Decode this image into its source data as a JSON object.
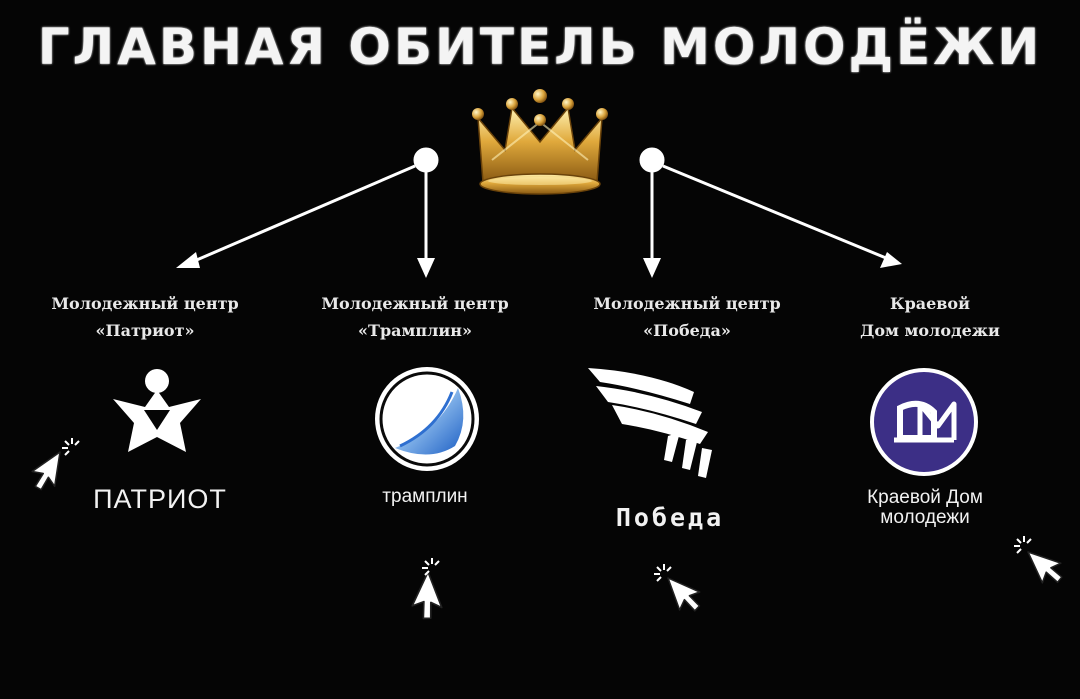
{
  "title": "ГЛАВНАЯ ОБИТЕЛЬ МОЛОДЁЖИ",
  "centers": [
    {
      "label_line1": "Молодежный центр",
      "label_line2": "«Патриот»",
      "logo_text": "ПАТРИОТ",
      "logo_icon": "patriot-star-person-icon"
    },
    {
      "label_line1": "Молодежный центр",
      "label_line2": "«Трамплин»",
      "logo_text": "трамплин",
      "logo_icon": "tramplin-circle-icon"
    },
    {
      "label_line1": "Молодежный центр",
      "label_line2": "«Победа»",
      "logo_text": "Победа",
      "logo_icon": "pobeda-wing-icon"
    },
    {
      "label_line1": "Краевой",
      "label_line2": "Дом молодежи",
      "logo_text_line1": "Краевой Дом",
      "logo_text_line2": "молодежи",
      "logo_icon": "kdm-monogram-icon"
    }
  ],
  "decor": {
    "crown_icon": "crown-icon",
    "cursor_icon": "click-cursor-icon"
  },
  "colors": {
    "background": "#050505",
    "text": "#f2f2f2",
    "crown_gold": "#d9a23a",
    "kdm_circle": "#3c2f86"
  }
}
